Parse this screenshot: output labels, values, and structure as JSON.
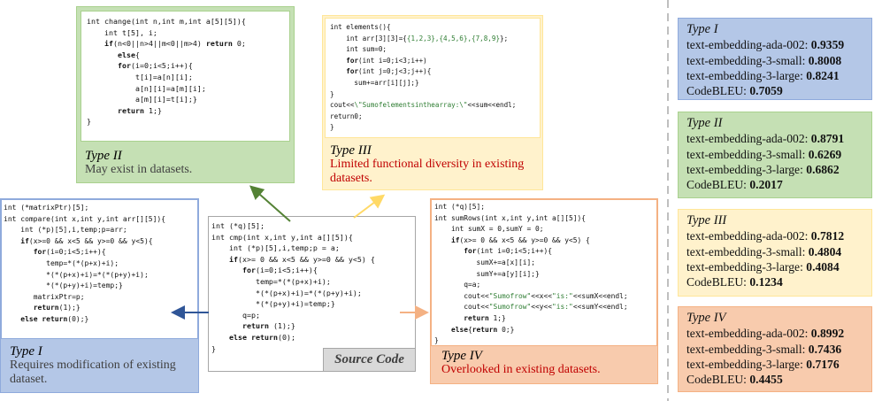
{
  "panels": {
    "type2": {
      "code": [
        [
          {
            "t": "int change(int n,int m,int a[5][5]){"
          }
        ],
        [
          {
            "t": "    int t[5], i;"
          }
        ],
        [
          {
            "t": "    "
          },
          {
            "t": "if",
            "k": 1
          },
          {
            "t": "(n<0||n>4||m<0||m>4) "
          },
          {
            "t": "return",
            "k": 1
          },
          {
            "t": " 0;"
          }
        ],
        [
          {
            "t": "       "
          },
          {
            "t": "else",
            "k": 1
          },
          {
            "t": "{"
          }
        ],
        [
          {
            "t": "       "
          },
          {
            "t": "for",
            "k": 1
          },
          {
            "t": "(i=0;i<5;i++){"
          }
        ],
        [
          {
            "t": "           t[i]=a[n][i];"
          }
        ],
        [
          {
            "t": "           a[n][i]=a[m][i];"
          }
        ],
        [
          {
            "t": "           a[m][i]=t[i];}"
          }
        ],
        [
          {
            "t": "       "
          },
          {
            "t": "return",
            "k": 1
          },
          {
            "t": " 1;}"
          }
        ],
        [
          {
            "t": "}"
          }
        ]
      ],
      "title": "Type II",
      "desc": "May exist in datasets."
    },
    "type3": {
      "code": [
        [
          {
            "t": "int elements(){"
          }
        ],
        [
          {
            "t": "    int arr[3][3]={"
          },
          {
            "t": "{1,2,3},{4,5,6},{7,8,9}",
            "s": 1
          },
          {
            "t": "};"
          }
        ],
        [
          {
            "t": "    int sum=0;"
          }
        ],
        [
          {
            "t": "    "
          },
          {
            "t": "for",
            "k": 1
          },
          {
            "t": "(int i=0;i<3;i++)"
          }
        ],
        [
          {
            "t": "    "
          },
          {
            "t": "for",
            "k": 1
          },
          {
            "t": "(int j=0;j<3;j++){"
          }
        ],
        [
          {
            "t": "      sum+=arr[i][j];}"
          }
        ],
        [
          {
            "t": "}"
          }
        ],
        [
          {
            "t": "cout<<"
          },
          {
            "t": "\\\"Sumofelementsinthearray:\\\"",
            "s": 1
          },
          {
            "t": "<<sum<<endl;"
          }
        ],
        [
          {
            "t": "return0;"
          }
        ],
        [
          {
            "t": "}"
          }
        ]
      ],
      "title": "Type III",
      "desc1": "Limited functional diversity in existing",
      "desc2": "datasets."
    },
    "type1": {
      "code": [
        [
          {
            "t": "int (*matrixPtr)[5];"
          }
        ],
        [
          {
            "t": "int compare(int x,int y,int arr[][5]){"
          }
        ],
        [
          {
            "t": "    int (*p)[5],i,temp;p=arr;"
          }
        ],
        [
          {
            "t": "    "
          },
          {
            "t": "if",
            "k": 1
          },
          {
            "t": "(x>=0 && x<5 && y>=0 && y<5){"
          }
        ],
        [
          {
            "t": "       "
          },
          {
            "t": "for",
            "k": 1
          },
          {
            "t": "(i=0;i<5;i++){"
          }
        ],
        [
          {
            "t": "          temp=*(*(p+x)+i);"
          }
        ],
        [
          {
            "t": "          *(*(p+x)+i)=*(*(p+y)+i);"
          }
        ],
        [
          {
            "t": "          *(*(p+y)+i)=temp;}"
          }
        ],
        [
          {
            "t": "       matrixPtr=p;"
          }
        ],
        [
          {
            "t": "       "
          },
          {
            "t": "return",
            "k": 1
          },
          {
            "t": "(1);}"
          }
        ],
        [
          {
            "t": "    "
          },
          {
            "t": "else",
            "k": 1
          },
          {
            "t": " "
          },
          {
            "t": "return",
            "k": 1
          },
          {
            "t": "(0);}"
          }
        ]
      ],
      "title": "Type I",
      "desc1": "Requires modification of existing",
      "desc2": "dataset."
    },
    "source": {
      "code": [
        [
          {
            "t": "int (*q)[5];"
          }
        ],
        [
          {
            "t": "int cmp(int x,int y,int a[][5]){"
          }
        ],
        [
          {
            "t": "    int (*p)[5],i,temp;p = a;"
          }
        ],
        [
          {
            "t": "    "
          },
          {
            "t": "if",
            "k": 1
          },
          {
            "t": "(x>= 0 && x<5 && y>=0 && y<5) {"
          }
        ],
        [
          {
            "t": "       "
          },
          {
            "t": "for",
            "k": 1
          },
          {
            "t": "(i=0;i<5;i++){"
          }
        ],
        [
          {
            "t": "          temp=*(*(p+x)+i);"
          }
        ],
        [
          {
            "t": "          *(*(p+x)+i)=*(*(p+y)+i);"
          }
        ],
        [
          {
            "t": "          *(*(p+y)+i)=temp;}"
          }
        ],
        [
          {
            "t": "       q=p;"
          }
        ],
        [
          {
            "t": "       "
          },
          {
            "t": "return",
            "k": 1
          },
          {
            "t": " (1);}"
          }
        ],
        [
          {
            "t": "    "
          },
          {
            "t": "else",
            "k": 1
          },
          {
            "t": " "
          },
          {
            "t": "return",
            "k": 1
          },
          {
            "t": "(0);"
          }
        ],
        [
          {
            "t": "}"
          }
        ]
      ],
      "title": "Source Code"
    },
    "type4": {
      "code": [
        [
          {
            "t": "int (*q)[5];"
          }
        ],
        [
          {
            "t": "int sumRows(int x,int y,int a[][5]){"
          }
        ],
        [
          {
            "t": "    int sumX = 0,sumY = 0;"
          }
        ],
        [
          {
            "t": "    "
          },
          {
            "t": "if",
            "k": 1
          },
          {
            "t": "(x>= 0 && x<5 && y>=0 && y<5) {"
          }
        ],
        [
          {
            "t": "       "
          },
          {
            "t": "for",
            "k": 1
          },
          {
            "t": "(int i=0;i<5;i++){"
          }
        ],
        [
          {
            "t": "          sumX+=a[x][i];"
          }
        ],
        [
          {
            "t": "          sumY+=a[y][i];}"
          }
        ],
        [
          {
            "t": "       q=a;"
          }
        ],
        [
          {
            "t": "       cout<<"
          },
          {
            "t": "\"Sumofrow\"",
            "s": 1
          },
          {
            "t": "<<x<<"
          },
          {
            "t": "\"is:\"",
            "s": 1
          },
          {
            "t": "<<sumX<<endl;"
          }
        ],
        [
          {
            "t": "       cout<<"
          },
          {
            "t": "\"Sumofrow\"",
            "s": 1
          },
          {
            "t": "<<y<<"
          },
          {
            "t": "\"is:\"",
            "s": 1
          },
          {
            "t": "<<sumY<<endl;"
          }
        ],
        [
          {
            "t": "       "
          },
          {
            "t": "return",
            "k": 1
          },
          {
            "t": " 1;}"
          }
        ],
        [
          {
            "t": "    "
          },
          {
            "t": "else",
            "k": 1
          },
          {
            "t": "{"
          },
          {
            "t": "return",
            "k": 1
          },
          {
            "t": " 0;}"
          }
        ],
        [
          {
            "t": "}"
          }
        ]
      ],
      "title": "Type IV",
      "desc": "Overlooked in existing datasets."
    }
  },
  "metrics": [
    {
      "title": "Type I",
      "rows": [
        {
          "label": "text-embedding-ada-002: ",
          "value": "0.9359"
        },
        {
          "label": "text-embedding-3-small: ",
          "value": "0.8008"
        },
        {
          "label": "text-embedding-3-large: ",
          "value": "0.8241"
        },
        {
          "label": "CodeBLEU: ",
          "value": "0.7059"
        }
      ]
    },
    {
      "title": "Type II",
      "rows": [
        {
          "label": "text-embedding-ada-002: ",
          "value": "0.8791"
        },
        {
          "label": "text-embedding-3-small: ",
          "value": "0.6269"
        },
        {
          "label": "text-embedding-3-large: ",
          "value": "0.6862"
        },
        {
          "label": "CodeBLEU: ",
          "value": "0.2017"
        }
      ]
    },
    {
      "title": "Type III",
      "rows": [
        {
          "label": "text-embedding-ada-002: ",
          "value": "0.7812"
        },
        {
          "label": "text-embedding-3-small: ",
          "value": "0.4804"
        },
        {
          "label": "text-embedding-3-large: ",
          "value": "0.4084"
        },
        {
          "label": "CodeBLEU: ",
          "value": "0.1234"
        }
      ]
    },
    {
      "title": "Type IV",
      "rows": [
        {
          "label": "text-embedding-ada-002: ",
          "value": "0.8992"
        },
        {
          "label": "text-embedding-3-small: ",
          "value": "0.7436"
        },
        {
          "label": "text-embedding-3-large: ",
          "value": "0.7176"
        },
        {
          "label": "CodeBLEU: ",
          "value": "0.4455"
        }
      ]
    }
  ],
  "colors": {
    "type1_fill": "#b4c7e7",
    "type1_border": "#8faadc",
    "type2_fill": "#c5e0b4",
    "type2_border": "#a9d18e",
    "type3_fill": "#fff2cc",
    "type3_border": "#ffe699",
    "type4_fill": "#f8cbad",
    "type4_border": "#f4b183",
    "source_fill": "#d9d9d9",
    "source_border": "#a6a6a6",
    "type3_text": "#c00000",
    "type4_text": "#c00000"
  }
}
